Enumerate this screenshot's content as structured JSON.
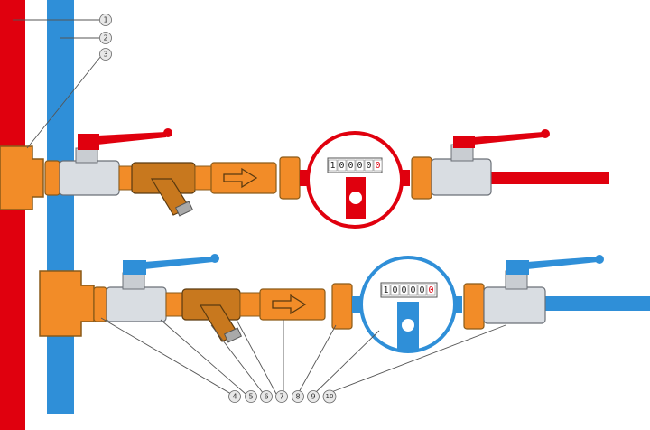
{
  "callouts": [
    "1",
    "2",
    "3",
    "4",
    "5",
    "6",
    "7",
    "8",
    "9",
    "10"
  ],
  "meters": {
    "hot": {
      "digits": [
        "1",
        "0",
        "0",
        "0",
        "0",
        "0"
      ],
      "last_digit_color": "#e0000e"
    },
    "cold": {
      "digits": [
        "1",
        "0",
        "0",
        "0",
        "0",
        "0"
      ],
      "last_digit_color": "#e0000e"
    }
  },
  "colors": {
    "hot": "#e0000e",
    "cold": "#2f8fd8",
    "fitting": "#f28c28",
    "filter": "#c8781e",
    "valve_body": "#d9dde2",
    "outline": "#5a3a10"
  }
}
